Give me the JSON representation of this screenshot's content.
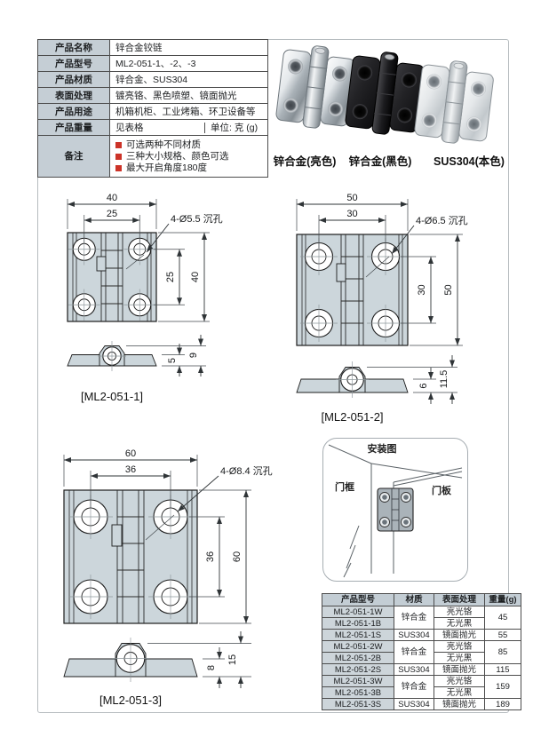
{
  "colors": {
    "accent_red": "#cc3328",
    "label_cell_gray": "#c5ced5",
    "model_cell_gray": "#cdd5da",
    "drawing_fill": "#ccd6db",
    "table_border": "#4d4d4d"
  },
  "info_table": {
    "rows": [
      {
        "label": "产品名称",
        "value": "锌合金铰链"
      },
      {
        "label": "产品型号",
        "value": "ML2-051-1、-2、-3"
      },
      {
        "label": "产品材质",
        "value": "锌合金、SUS304"
      },
      {
        "label": "表面处理",
        "value": "镀亮铬、黑色喷塑、镜面抛光"
      },
      {
        "label": "产品用途",
        "value": "机箱机柜、工业烤箱、环卫设备等"
      },
      {
        "label": "产品重量",
        "value": "见表格",
        "unit": "单位: 克 (g)"
      }
    ],
    "remark_label": "备注",
    "remarks": [
      "可选两种不同材质",
      "三种大小规格、颜色可选",
      "最大开启角度180度"
    ]
  },
  "products": {
    "captions": [
      "锌合金(亮色)",
      "锌合金(黑色)",
      "SUS304(本色)"
    ]
  },
  "drawings": [
    {
      "label": "[ML2-051-1]",
      "width": "40",
      "inner_width": "25",
      "hole_note": "4-Ø5.5 沉孔",
      "inner_height": "25",
      "height": "40",
      "thickness": "5",
      "total_height": "9"
    },
    {
      "label": "[ML2-051-2]",
      "width": "50",
      "inner_width": "30",
      "hole_note": "4-Ø6.5 沉孔",
      "inner_height": "30",
      "height": "50",
      "thickness": "6",
      "total_height": "11.5"
    },
    {
      "label": "[ML2-051-3]",
      "width": "60",
      "inner_width": "36",
      "hole_note": "4-Ø8.4 沉孔",
      "inner_height": "36",
      "height": "60",
      "thickness": "8",
      "total_height": "15"
    }
  ],
  "install": {
    "title": "安装图",
    "frame_label": "门框",
    "panel_label": "门板"
  },
  "spec_table": {
    "headers": [
      "产品型号",
      "材质",
      "表面处理",
      "重量(g)"
    ],
    "rows": [
      {
        "model": "ML2-051-1W",
        "material": "锌合金",
        "finish": "亮光铬",
        "weight": "45"
      },
      {
        "model": "ML2-051-1B",
        "finish": "无光黑"
      },
      {
        "model": "ML2-051-1S",
        "material": "SUS304",
        "finish": "镜面抛光",
        "weight": "55"
      },
      {
        "model": "ML2-051-2W",
        "material": "锌合金",
        "finish": "亮光铬",
        "weight": "85"
      },
      {
        "model": "ML2-051-2B",
        "finish": "无光黑"
      },
      {
        "model": "ML2-051-2S",
        "material": "SUS304",
        "finish": "镜面抛光",
        "weight": "115"
      },
      {
        "model": "ML2-051-3W",
        "material": "锌合金",
        "finish": "亮光铬",
        "weight": "159"
      },
      {
        "model": "ML2-051-3B",
        "finish": "无光黑"
      },
      {
        "model": "ML2-051-3S",
        "material": "SUS304",
        "finish": "镜面抛光",
        "weight": "189"
      }
    ]
  }
}
